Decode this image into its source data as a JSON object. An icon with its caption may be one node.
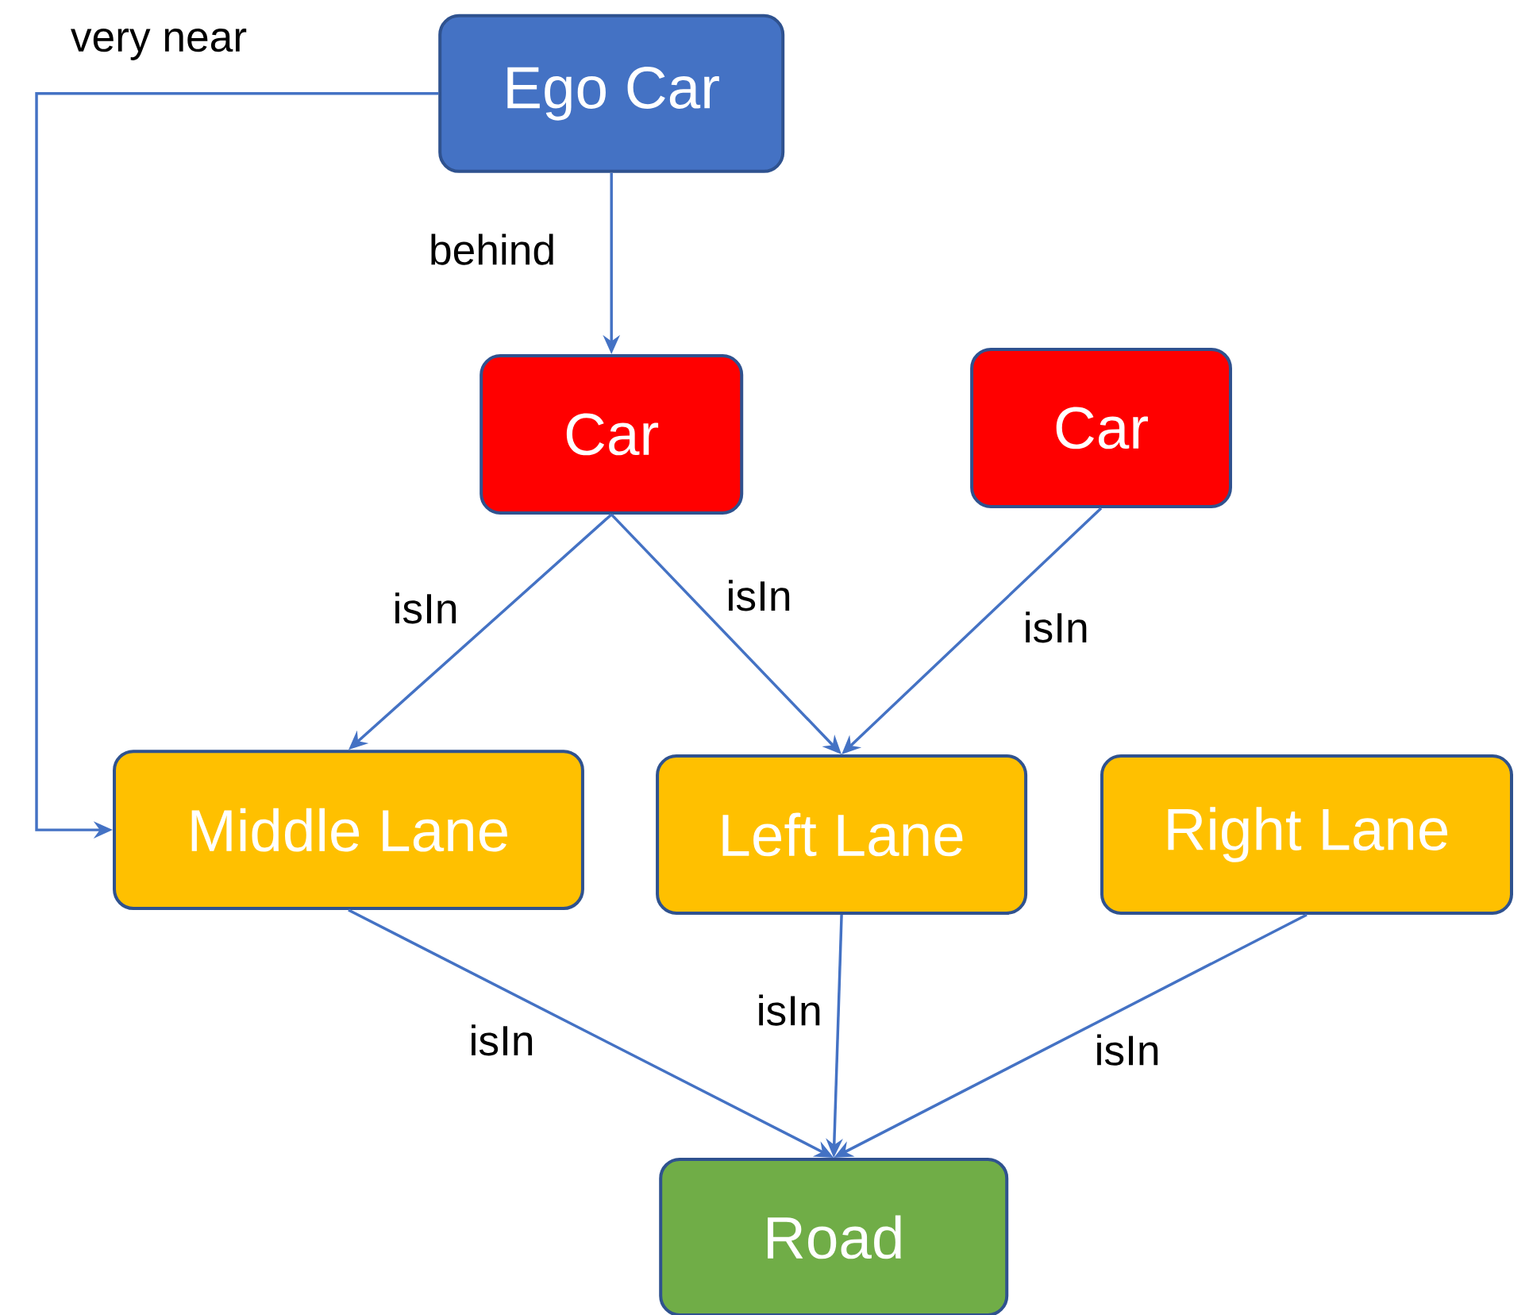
{
  "diagram": {
    "nodes": [
      {
        "text": [
          "Ego Car"
        ]
      },
      {
        "text": [
          "Car"
        ]
      },
      {
        "text": [
          "Car"
        ]
      },
      {
        "text": [
          "Middle Lane"
        ]
      },
      {
        "text": [
          "Left Lane"
        ]
      },
      {
        "text": [
          "Right Lane"
        ]
      },
      {
        "text": [
          "Road"
        ]
      }
    ],
    "edges": [
      {
        "from": 0,
        "to": 1,
        "arrow": "to",
        "label": "behind"
      },
      {
        "from": 0,
        "to": 3,
        "arrow": "to",
        "label": "very near"
      },
      {
        "from": 1,
        "to": 3,
        "arrow": "to",
        "label": "isIn"
      },
      {
        "from": 1,
        "to": 4,
        "arrow": "to",
        "label": "isIn"
      },
      {
        "from": 2,
        "to": 4,
        "arrow": "to",
        "label": "isIn"
      },
      {
        "from": 3,
        "to": 6,
        "arrow": "to",
        "label": "isIn"
      },
      {
        "from": 4,
        "to": 6,
        "arrow": "to",
        "label": "isIn"
      },
      {
        "from": 5,
        "to": 6,
        "arrow": "to",
        "label": "isIn"
      }
    ]
  }
}
